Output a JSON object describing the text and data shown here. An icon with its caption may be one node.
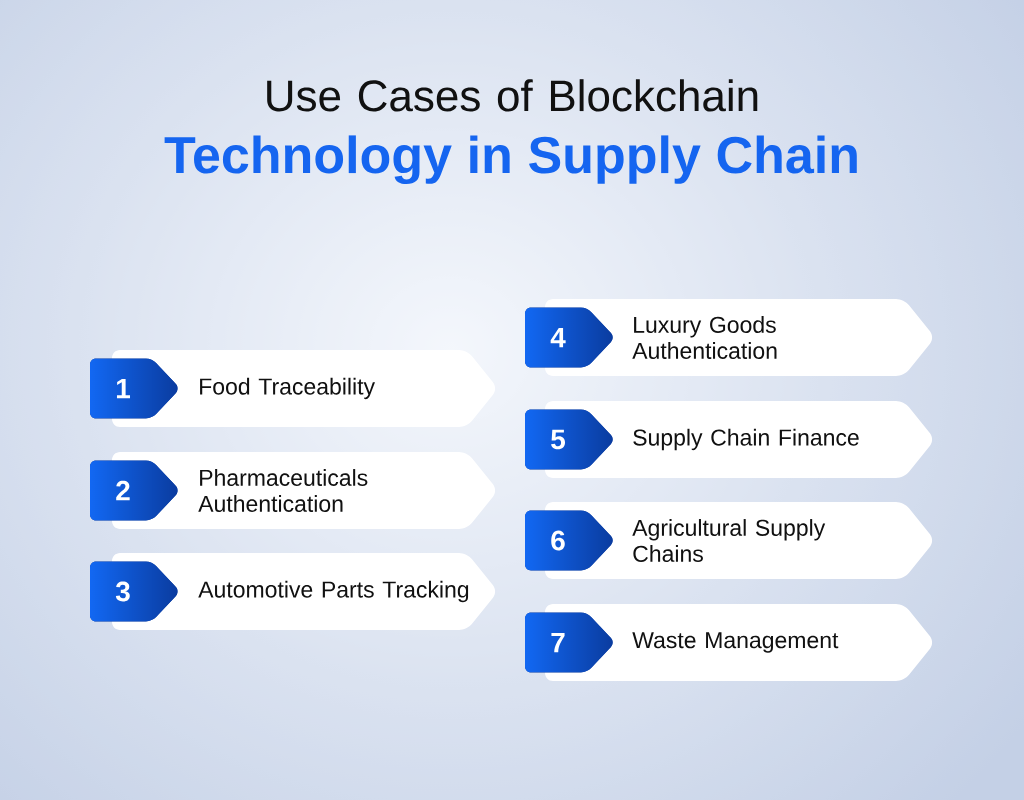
{
  "diagram": {
    "title": "Use Cases of Blockchain **Technology in Supply Chain**",
    "nodes": [
      {
        "text": [
          "1",
          "Food Traceability"
        ]
      },
      {
        "text": [
          "2",
          "Pharmaceuticals Authentication"
        ]
      },
      {
        "text": [
          "3",
          "Automotive Parts Tracking"
        ]
      },
      {
        "text": [
          "4",
          "Luxury Goods Authentication"
        ]
      },
      {
        "text": [
          "5",
          "Supply Chain Finance"
        ]
      },
      {
        "text": [
          "6",
          "Agricultural Supply Chains"
        ]
      },
      {
        "text": [
          "7",
          "Waste Management"
        ]
      }
    ]
  }
}
